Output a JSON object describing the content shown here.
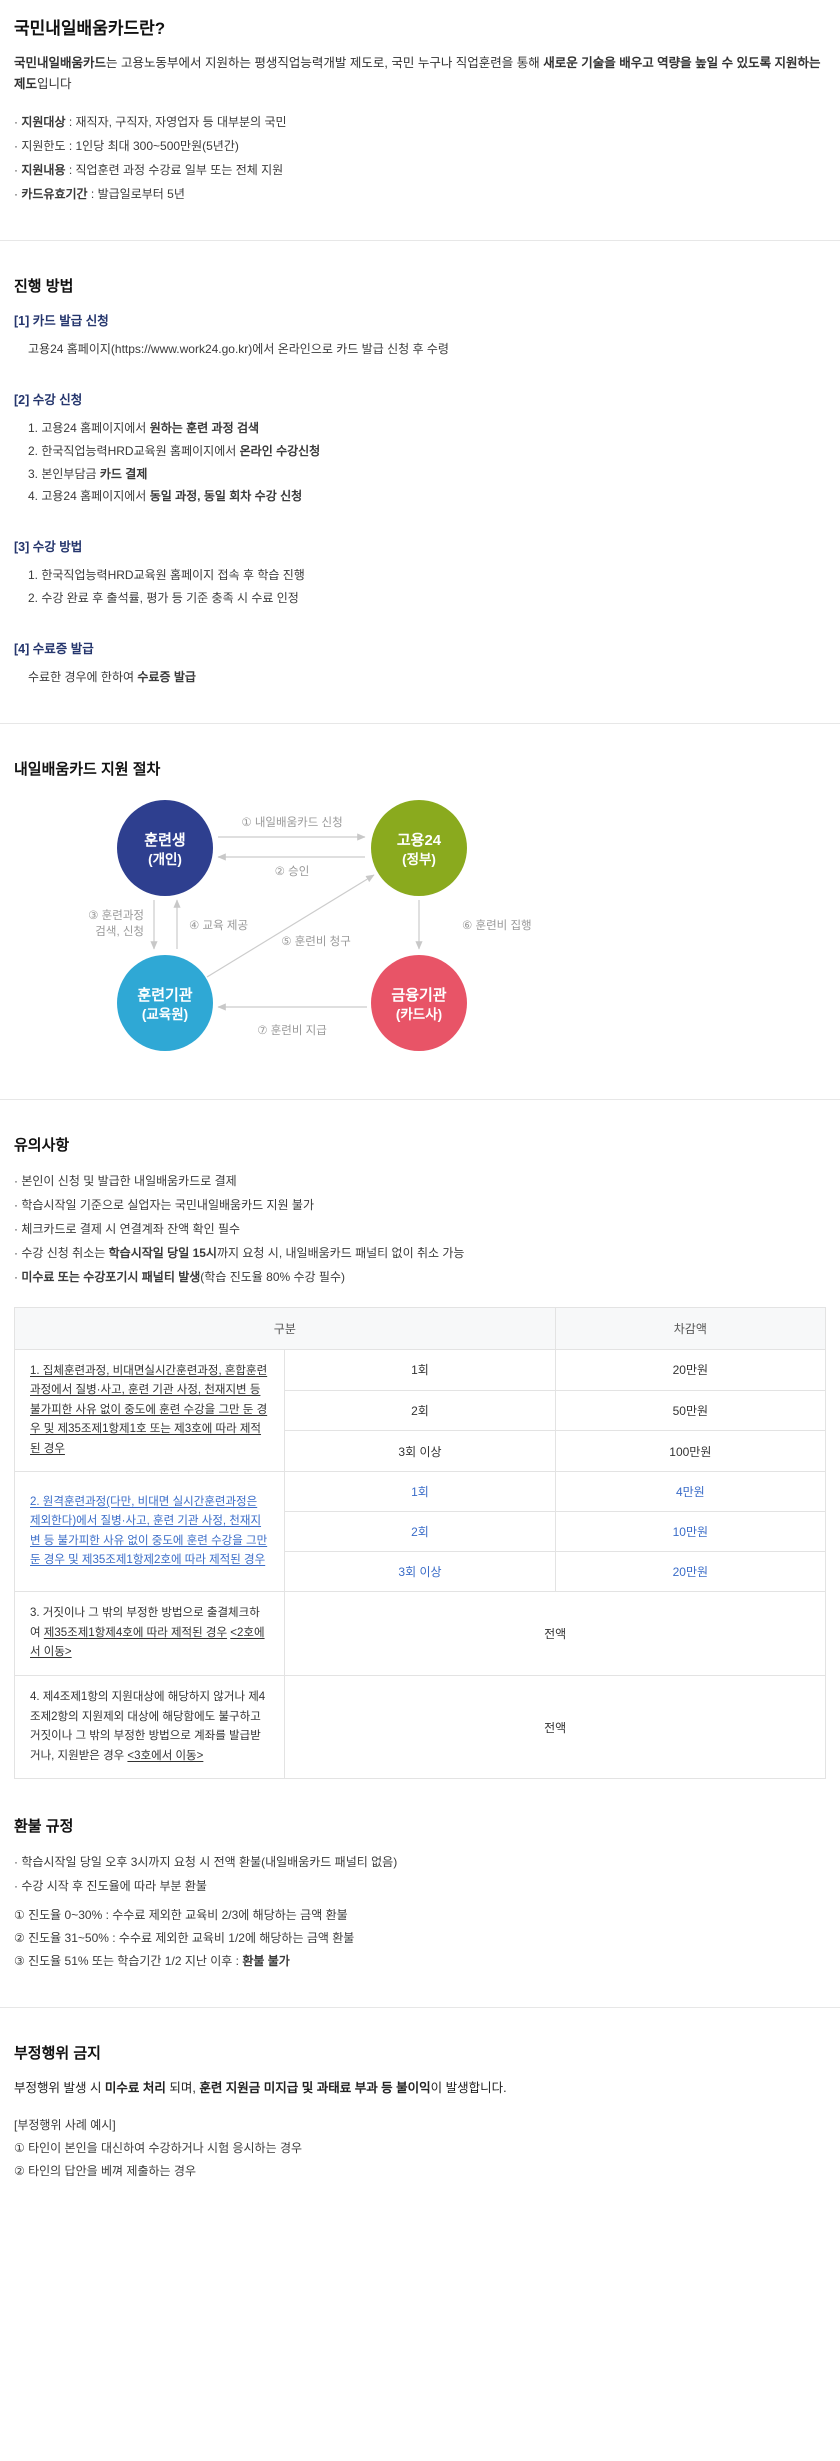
{
  "intro": {
    "title": "국민내일배움카드란?",
    "desc": [
      {
        "t": "국민내일배움카드",
        "c": "b"
      },
      {
        "t": "는 고용노동부에서 지원하는 평생직업능력개발 제도로, 국민 누구나 직업훈련을 통해 "
      },
      {
        "t": "새로운 기술을 배우고 역량을 높일 수 있도록 지원하는 제도",
        "c": "b"
      },
      {
        "t": "입니다"
      }
    ],
    "bullets": [
      [
        {
          "t": "· "
        },
        {
          "t": "지원대상",
          "c": "b"
        },
        {
          "t": " : 재직자, 구직자, 자영업자 등 대부분의 국민"
        }
      ],
      [
        {
          "t": "· 지원한도 : 1인당 최대 300~500만원(5년간)"
        }
      ],
      [
        {
          "t": "· "
        },
        {
          "t": "지원내용",
          "c": "b"
        },
        {
          "t": " : 직업훈련 과정 수강료 일부 또는 전체 지원"
        }
      ],
      [
        {
          "t": "· "
        },
        {
          "t": "카드유효기간",
          "c": "b"
        },
        {
          "t": " : 발급일로부터 5년"
        }
      ]
    ]
  },
  "process": {
    "title": "진행 방법",
    "steps": [
      {
        "header": "[1] 카드 발급 신청",
        "lines": [
          [
            {
              "t": "고용24 홈페이지(https://www.work24.go.kr)에서 온라인으로 카드 발급 신청 후 수령"
            }
          ]
        ]
      },
      {
        "header": "[2] 수강 신청",
        "lines": [
          [
            {
              "t": "1. 고용24 홈페이지에서 "
            },
            {
              "t": "원하는 훈련 과정 검색",
              "c": "b"
            }
          ],
          [
            {
              "t": "2. 한국직업능력HRD교육원 홈페이지에서 "
            },
            {
              "t": "온라인 수강신청",
              "c": "b"
            }
          ],
          [
            {
              "t": "3. 본인부담금 "
            },
            {
              "t": "카드 결제",
              "c": "b"
            }
          ],
          [
            {
              "t": "4. 고용24 홈페이지에서 "
            },
            {
              "t": "동일 과정, 동일 회차 수강 신청",
              "c": "b"
            }
          ]
        ]
      },
      {
        "header": "[3] 수강 방법",
        "lines": [
          [
            {
              "t": "1. 한국직업능력HRD교육원 홈페이지 접속 후 학습 진행"
            }
          ],
          [
            {
              "t": "2. 수강 완료 후 출석률, 평가 등 기준 충족 시 수료 인정"
            }
          ]
        ]
      },
      {
        "header": "[4] 수료증 발급",
        "lines": [
          [
            {
              "t": "수료한 경우에 한하여 "
            },
            {
              "t": "수료증 발급",
              "c": "b"
            }
          ]
        ]
      }
    ]
  },
  "diagram": {
    "title": "내일배움카드 지원 절차",
    "nodes": {
      "trainee": {
        "line1": "훈련생",
        "line2": "(개인)",
        "color": "#2e3f8f"
      },
      "gov": {
        "line1": "고용24",
        "line2": "(정부)",
        "color": "#8aaa1e"
      },
      "institute": {
        "line1": "훈련기관",
        "line2": "(교육원)",
        "color": "#2fa8d5"
      },
      "finance": {
        "line1": "금융기관",
        "line2": "(카드사)",
        "color": "#e85467"
      }
    },
    "edges": {
      "e1": "① 내일배움카드 신청",
      "e2": "② 승인",
      "e3a": "③ 훈련과정",
      "e3b": "검색, 신청",
      "e4": "④ 교육 제공",
      "e5": "⑤ 훈련비 청구",
      "e6": "⑥ 훈련비 집행",
      "e7": "⑦ 훈련비 지급"
    }
  },
  "cautions": {
    "title": "유의사항",
    "bullets": [
      [
        {
          "t": "· 본인이 신청 및 발급한 내일배움카드로 결제"
        }
      ],
      [
        {
          "t": "· 학습시작일 기준으로 실업자는 국민내일배움카드 지원 불가"
        }
      ],
      [
        {
          "t": "· 체크카드로 결제 시 연결계좌 잔액 확인 필수"
        }
      ],
      [
        {
          "t": "· 수강 신청 취소는 "
        },
        {
          "t": "학습시작일 당일 15시",
          "c": "b"
        },
        {
          "t": "까지 요청 시, 내일배움카드 패널티 없이 취소 가능"
        }
      ],
      [
        {
          "t": "· "
        },
        {
          "t": "미수료 또는 수강포기시 패널티 발생",
          "c": "b"
        },
        {
          "t": "(학습 진도율 80% 수강 필수)"
        }
      ]
    ]
  },
  "penalty_table": {
    "header": {
      "category": "구분",
      "amount": "차감액"
    },
    "highlight_color": "#3a6cc8",
    "rows_sub": [
      {
        "desc": [
          {
            "t": "1. 집체훈련과정, 비대면실시간훈련과정, 혼합훈련과정에서 질병·사고, 훈련 기관 사정, 천재지변 등 불가피한 사유 없이 중도에 훈련 수강을 그만 둔 경우 및 제35조제1항제1호 또는 제3호에 따라 제적된 경우",
            "c": "u"
          }
        ],
        "subs": [
          {
            "count": "1회",
            "amount": "20만원"
          },
          {
            "count": "2회",
            "amount": "50만원"
          },
          {
            "count": "3회 이상",
            "amount": "100만원"
          }
        ]
      },
      {
        "desc": [
          {
            "t": "2. 원격훈련과정(다만, 비대면 실시간훈련과정은 제외한다)에서 질병·사고, 훈련 기관 사정, 천재지변 등 불가피한 사유 없이 중도에 훈련 수강을 그만둔 경우 및 제35조제1항제2호에 따라 제적된 경우",
            "c": "u"
          }
        ],
        "subs": [
          {
            "count": "1회",
            "amount": "4만원"
          },
          {
            "count": "2회",
            "amount": "10만원"
          },
          {
            "count": "3회 이상",
            "amount": "20만원"
          }
        ]
      }
    ],
    "rows_full": [
      {
        "desc": [
          {
            "t": "3. 거짓이나 그 밖의 부정한 방법으로 출결체크하여 "
          },
          {
            "t": "제35조제1항제4호에 따라 제적된 경우",
            "c": "u"
          },
          {
            "t": " "
          },
          {
            "t": "<2호에서 이동>",
            "c": "u"
          }
        ],
        "amount": "전액"
      },
      {
        "desc": [
          {
            "t": "4. 제4조제1항의 지원대상에 해당하지 않거나 제4조제2항의 지원제외 대상에 해당함에도 불구하고 거짓이나 그 밖의 부정한 방법으로 계좌를 발급받거나, 지원받은 경우 "
          },
          {
            "t": "<3호에서 이동>",
            "c": "u"
          }
        ],
        "amount": "전액"
      }
    ]
  },
  "refund": {
    "title": "환불 규정",
    "bullets": [
      [
        {
          "t": "· 학습시작일 당일 오후 3시까지 요청 시 전액 환불(내일배움카드 패널티 없음)"
        }
      ],
      [
        {
          "t": "· 수강 시작 후 진도율에 따라 부분 환불"
        }
      ]
    ],
    "items": [
      [
        {
          "t": "① 진도율 0~30% : 수수료 제외한 교육비 2/3에 해당하는 금액 환불"
        }
      ],
      [
        {
          "t": "② 진도율 31~50% : 수수료 제외한 교육비 1/2에 해당하는 금액 환불"
        }
      ],
      [
        {
          "t": "③ 진도율 51% 또는 학습기간 1/2 지난 이후 : "
        },
        {
          "t": "환불 불가",
          "c": "b"
        }
      ]
    ]
  },
  "misconduct": {
    "title": "부정행위 금지",
    "lead": [
      {
        "t": "부정행위 발생 시 "
      },
      {
        "t": "미수료 처리",
        "c": "b"
      },
      {
        "t": " 되며, "
      },
      {
        "t": "훈련 지원금 미지급 및 과태료 부과 등 불이익",
        "c": "b"
      },
      {
        "t": "이 발생합니다."
      }
    ],
    "example_label": "[부정행위 사례 예시]",
    "examples": [
      [
        {
          "t": "① 타인이 본인을 대신하여 수강하거나 시험 응시하는 경우"
        }
      ],
      [
        {
          "t": "② 타인의 답안을 베껴 제출하는 경우"
        }
      ]
    ]
  }
}
